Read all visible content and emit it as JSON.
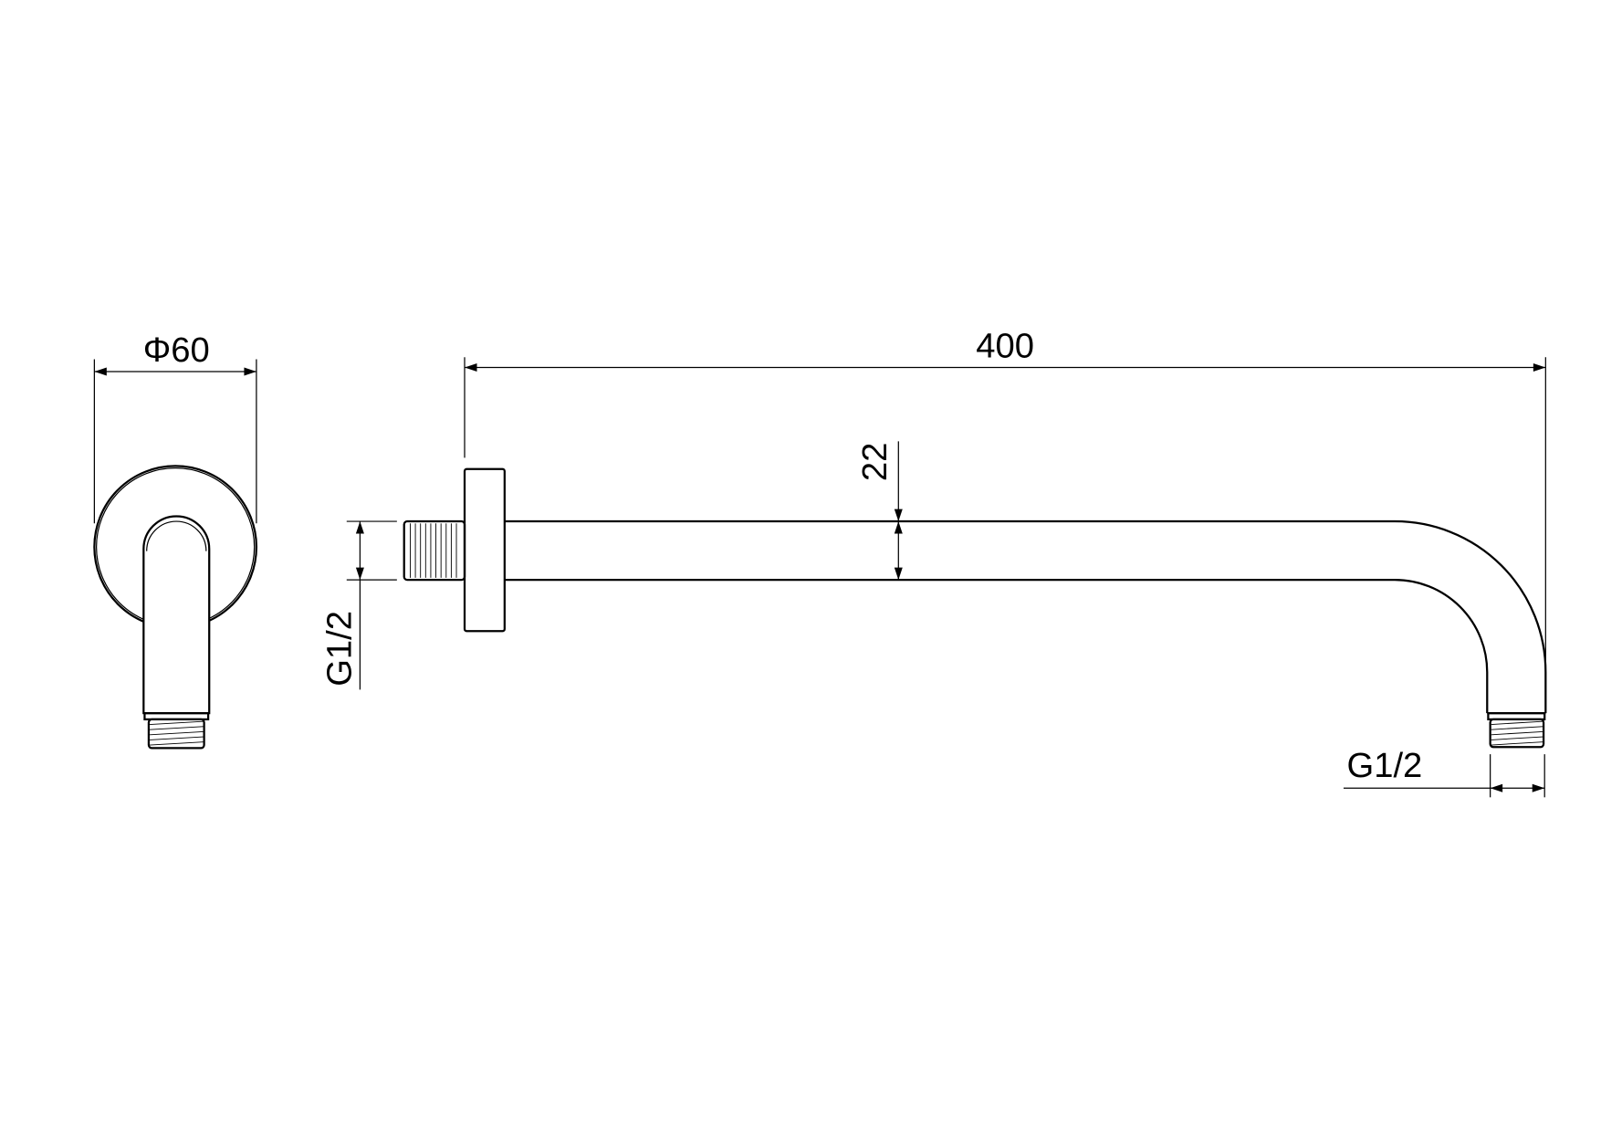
{
  "drawing": {
    "front_view": {
      "diameter_label": "Φ60"
    },
    "side_view": {
      "length_label": "400",
      "pipe_diameter_label": "22",
      "inlet_thread_label": "G1/2",
      "outlet_thread_label": "G1/2"
    },
    "colors": {
      "line": "#000000",
      "background": "#ffffff"
    }
  }
}
